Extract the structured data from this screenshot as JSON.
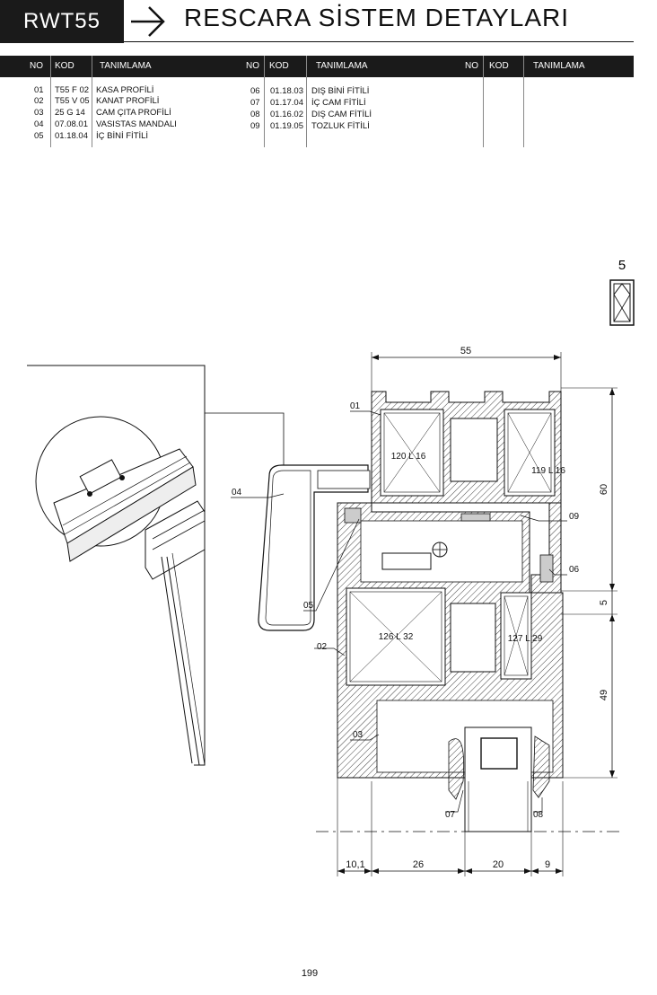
{
  "header": {
    "series_code": "RWT55",
    "title": "RESCARA SİSTEM DETAYLARI"
  },
  "table": {
    "headers": [
      "NO",
      "KOD",
      "TANIMLAMA",
      "NO",
      "KOD",
      "TANIMLAMA",
      "NO",
      "KOD",
      "TANIMLAMA"
    ],
    "col1": [
      {
        "no": "01",
        "kod": "T55 F 02",
        "tanim": "KASA PROFİLİ"
      },
      {
        "no": "02",
        "kod": "T55 V 05",
        "tanim": "KANAT PROFİLİ"
      },
      {
        "no": "03",
        "kod": "25 G 14",
        "tanim": "CAM ÇITA PROFİLİ"
      },
      {
        "no": "04",
        "kod": "07.08.01",
        "tanim": "VASISTAS MANDALI"
      },
      {
        "no": "05",
        "kod": "01.18.04",
        "tanim": "İÇ BİNİ FİTİLİ"
      }
    ],
    "col2": [
      {
        "no": "06",
        "kod": "01.18.03",
        "tanim": "DIŞ BİNİ FİTİLİ"
      },
      {
        "no": "07",
        "kod": "01.17.04",
        "tanim": "İÇ CAM FİTİLİ"
      },
      {
        "no": "08",
        "kod": "01.16.02",
        "tanim": "DIŞ CAM FİTİLİ"
      },
      {
        "no": "09",
        "kod": "01.19.05",
        "tanim": "TOZLUK FİTİLİ"
      }
    ]
  },
  "drawing": {
    "window_type_number": "5",
    "chamber_labels": [
      "120 L 16",
      "119 L 16",
      "126 L 32",
      "127 L 29"
    ],
    "callouts": [
      "01",
      "02",
      "03",
      "04",
      "05",
      "06",
      "07",
      "08",
      "09"
    ],
    "dimensions": {
      "top": "55",
      "right": [
        "60",
        "5",
        "49"
      ],
      "bottom": [
        "10,1",
        "26",
        "20",
        "9"
      ]
    }
  },
  "page_number": "199"
}
